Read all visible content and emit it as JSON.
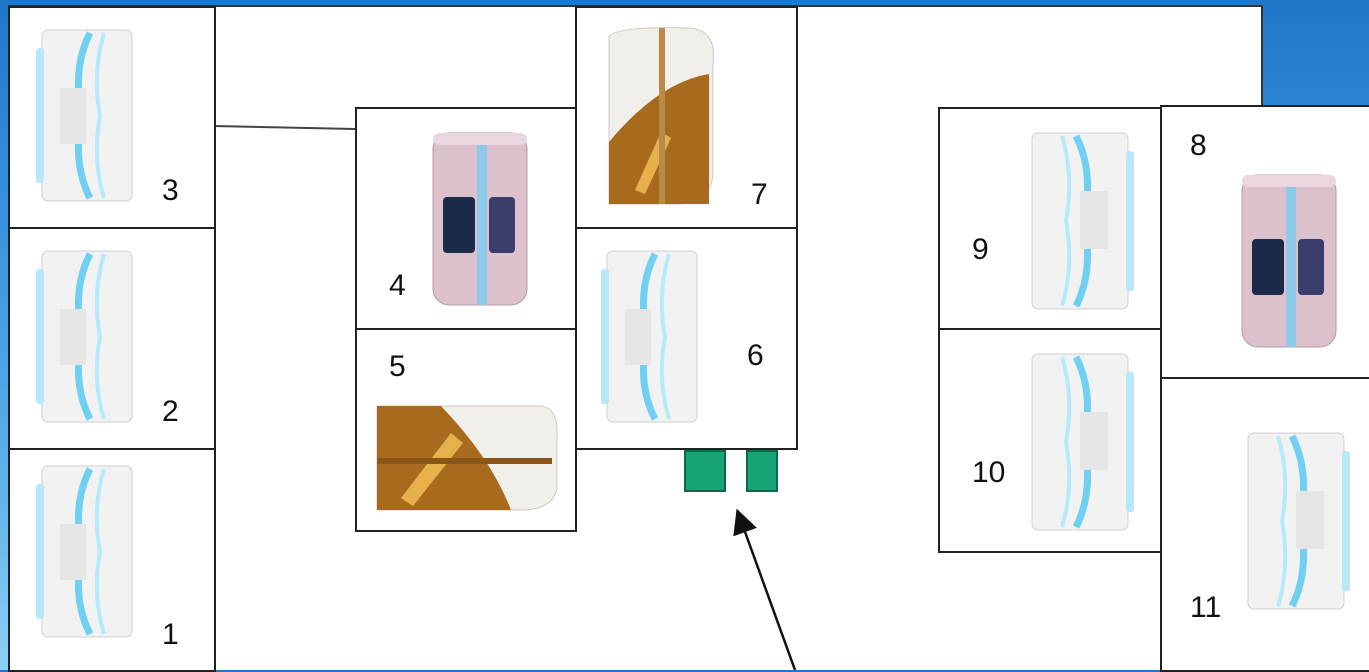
{
  "rooms": [
    {
      "id": "room-1",
      "number": "1",
      "bed": "white-blue-bed",
      "orientation": "vertical"
    },
    {
      "id": "room-2",
      "number": "2",
      "bed": "white-blue-bed",
      "orientation": "vertical"
    },
    {
      "id": "room-3",
      "number": "3",
      "bed": "white-blue-bed",
      "orientation": "vertical"
    },
    {
      "id": "room-4",
      "number": "4",
      "bed": "pink-standing-booth",
      "orientation": "vertical"
    },
    {
      "id": "room-5",
      "number": "5",
      "bed": "gold-bed",
      "orientation": "horizontal"
    },
    {
      "id": "room-6",
      "number": "6",
      "bed": "white-blue-bed",
      "orientation": "vertical"
    },
    {
      "id": "room-7",
      "number": "7",
      "bed": "gold-bed",
      "orientation": "vertical"
    },
    {
      "id": "room-8",
      "number": "8",
      "bed": "pink-standing-booth",
      "orientation": "vertical"
    },
    {
      "id": "room-9",
      "number": "9",
      "bed": "white-blue-bed",
      "orientation": "vertical"
    },
    {
      "id": "room-10",
      "number": "10",
      "bed": "white-blue-bed",
      "orientation": "vertical"
    },
    {
      "id": "room-11",
      "number": "11",
      "bed": "white-blue-bed",
      "orientation": "vertical"
    }
  ],
  "colors": {
    "door": "#17a575",
    "background": "#2f88d6",
    "bed_blue": "#7fd3f0",
    "bed_gold": "#a86b1e",
    "booth_pink": "#dcc0cc"
  },
  "icons": [
    "entrance-arrow-icon",
    "door-marker-icon"
  ]
}
